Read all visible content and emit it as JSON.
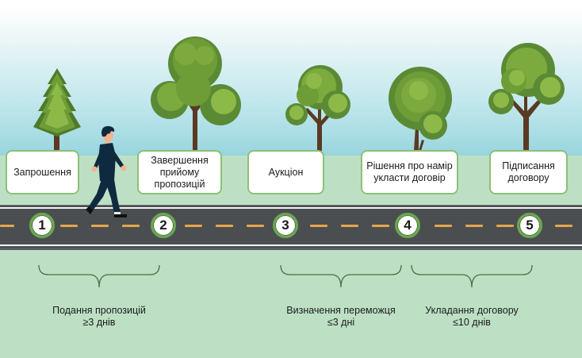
{
  "diagram": {
    "type": "procurement-timeline",
    "stages": [
      {
        "number": "1",
        "label": "Запрошення"
      },
      {
        "number": "2",
        "label": "Завершення прийому пропозицій"
      },
      {
        "number": "3",
        "label": "Аукціон"
      },
      {
        "number": "4",
        "label": "Рішення про намір укласти договір"
      },
      {
        "number": "5",
        "label": "Підписання договору"
      }
    ],
    "periods": [
      {
        "title": "Подання пропозицій",
        "duration": "≥3 днів",
        "from_stage": "1",
        "to_stage": "2"
      },
      {
        "title": "Визначення переможця",
        "duration": "≤3 дні",
        "from_stage": "3",
        "to_stage": "4"
      },
      {
        "title": "Укладання договору",
        "duration": "≤10 днів",
        "from_stage": "4",
        "to_stage": "5"
      }
    ],
    "illustrations": {
      "walker": "walking-man-icon",
      "trees": [
        "pine-tree-icon",
        "deciduous-tree-icon",
        "deciduous-tree-icon",
        "round-tree-icon",
        "deciduous-tree-icon"
      ]
    },
    "colors": {
      "sky_top": "#ffffff",
      "sky_bottom": "#98d5de",
      "grass": "#bde0c5",
      "road": "#4b4e50",
      "road_dash": "#e5a54b",
      "card_border": "#8cc078",
      "milestone_border": "#6aa84f",
      "brace": "#4f6b45",
      "tree_dark": "#5b8a35",
      "tree_light": "#8bb748",
      "trunk": "#5a3a22",
      "suit": "#0f2a3f"
    }
  }
}
